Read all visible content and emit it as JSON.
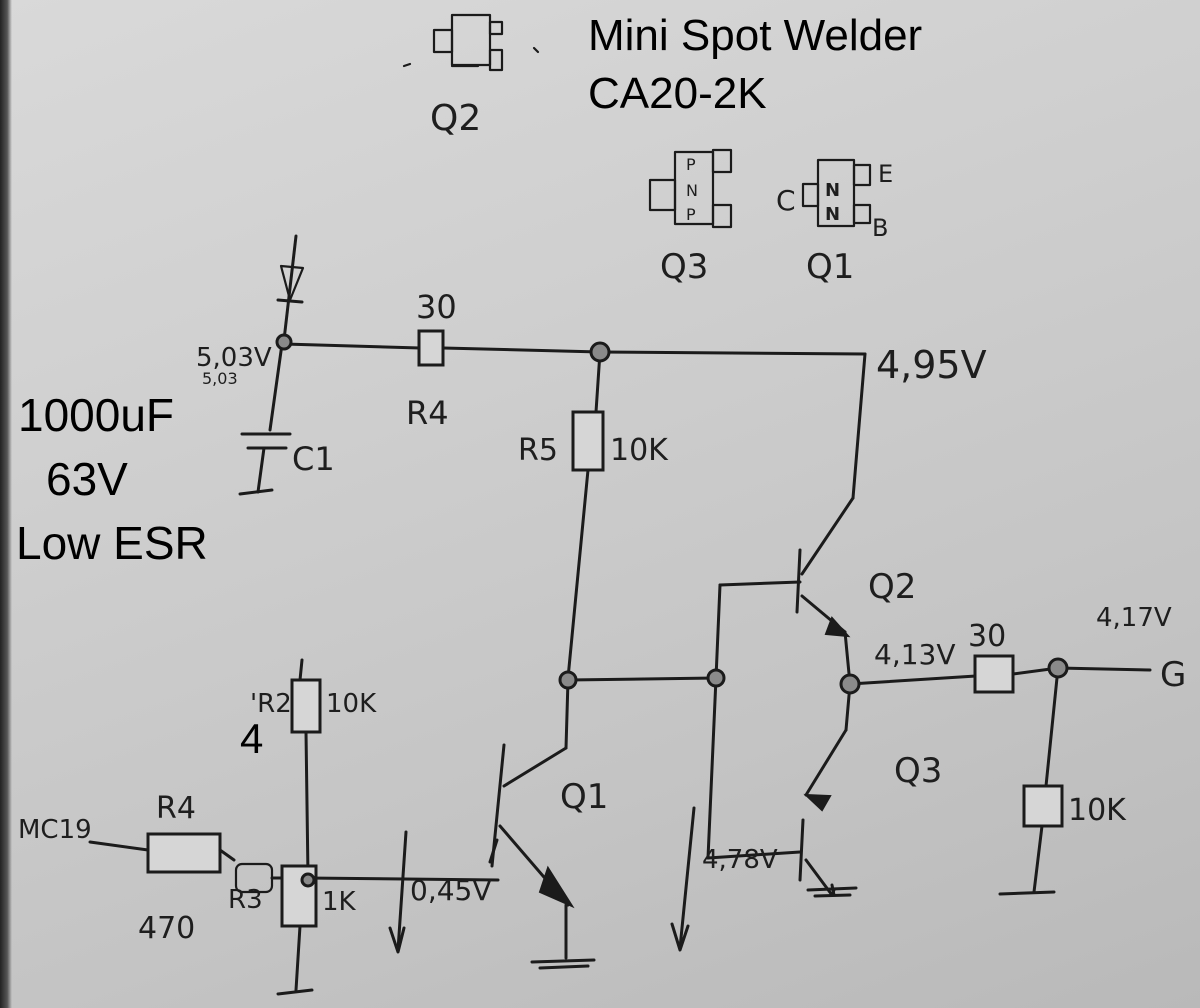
{
  "title": {
    "line1": "Mini Spot Welder",
    "line2": "CA20-2K"
  },
  "capacitor_note": {
    "line1": "1000uF",
    "line2": "63V",
    "line3": "Low ESR"
  },
  "pin_number": "4",
  "transistor_pinouts": {
    "q2": {
      "label": "Q2"
    },
    "q3": {
      "label": "Q3",
      "marking": [
        "P",
        "N",
        "P"
      ]
    },
    "q1": {
      "label": "Q1",
      "marking": [
        "N",
        "N"
      ],
      "pins": {
        "c": "C",
        "e": "E",
        "b": "B"
      }
    }
  },
  "components": {
    "r4_top": {
      "name": "R4",
      "value": "30"
    },
    "c1": {
      "name": "C1"
    },
    "r5": {
      "name": "R5",
      "value": "10K"
    },
    "r2": {
      "name": "'R2",
      "value": "10K"
    },
    "r4_in": {
      "name": "R4",
      "value": "470"
    },
    "r3": {
      "name": "R3",
      "value": "1K"
    },
    "r_out_series": {
      "value": "30"
    },
    "r_out_shunt": {
      "value": "10K"
    },
    "q1": {
      "name": "Q1"
    },
    "q2": {
      "name": "Q2"
    },
    "q3": {
      "name": "Q3"
    }
  },
  "voltages": {
    "supply": "5,03V",
    "supply_small": "5,03",
    "after_r4": "4,95V",
    "out_emitter": "4,13V",
    "gate": "4,17V",
    "q1_base": "0,45V",
    "q1_collector": "4,78V"
  },
  "input_label": "MC19",
  "output_label": "G"
}
